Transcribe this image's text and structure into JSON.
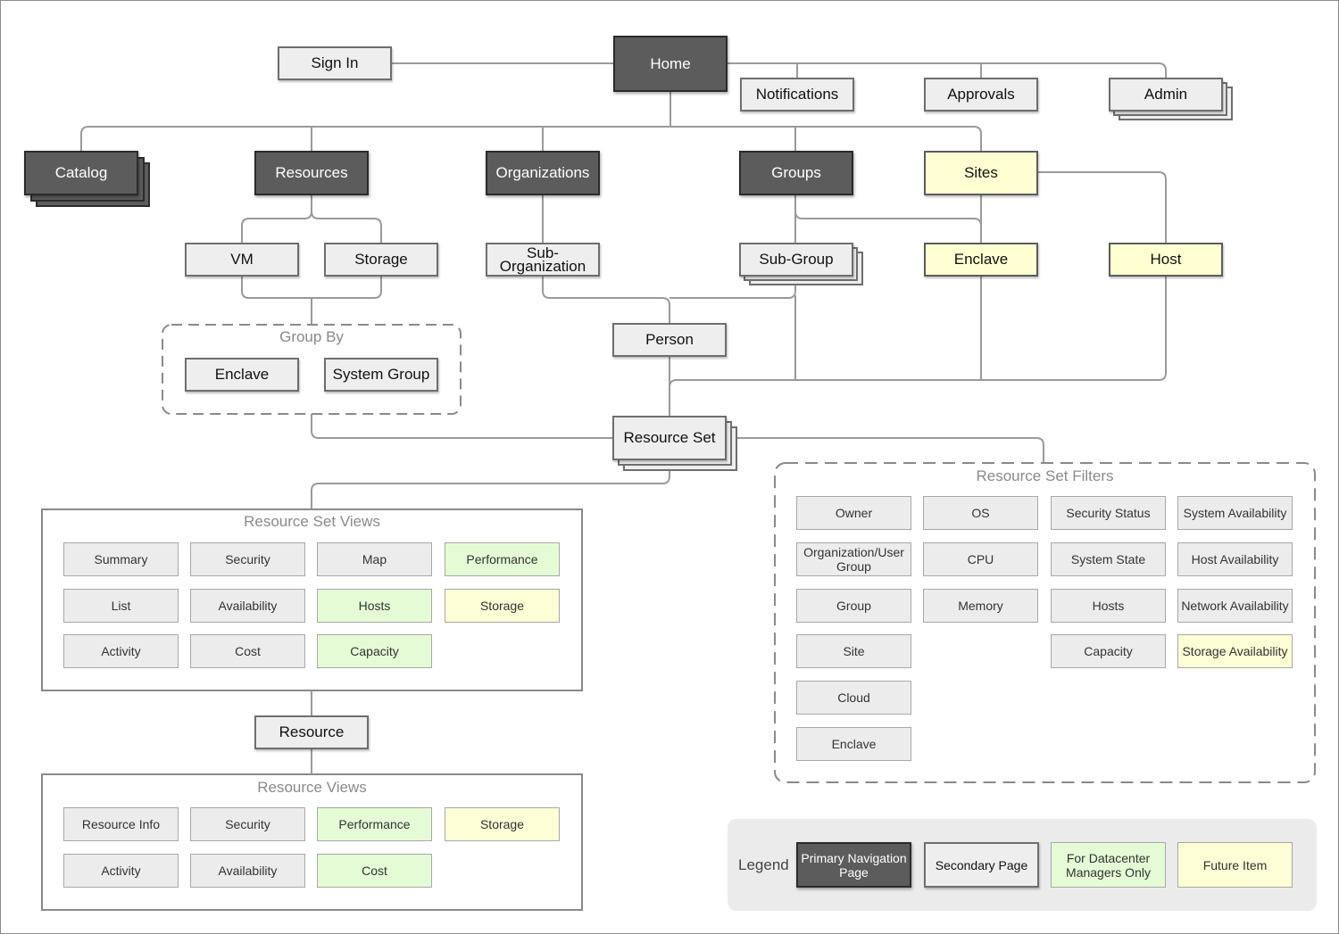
{
  "nodes": {
    "home": "Home",
    "sign_in": "Sign In",
    "notifications": "Notifications",
    "approvals": "Approvals",
    "admin": "Admin",
    "catalog": "Catalog",
    "resources": "Resources",
    "organizations": "Organizations",
    "groups": "Groups",
    "sites": "Sites",
    "vm": "VM",
    "storage": "Storage",
    "sub_organization": "Sub-\nOrganization",
    "sub_group": "Sub-Group",
    "sites_enclave": "Enclave",
    "host": "Host",
    "person": "Person",
    "resource_set": "Resource Set",
    "resource": "Resource"
  },
  "group_by": {
    "title": "Group By",
    "items": [
      "Enclave",
      "System Group"
    ]
  },
  "resource_set_views": {
    "title": "Resource Set Views",
    "items": [
      {
        "label": "Summary",
        "kind": "gray"
      },
      {
        "label": "Security",
        "kind": "gray"
      },
      {
        "label": "Map",
        "kind": "gray"
      },
      {
        "label": "Performance",
        "kind": "green"
      },
      {
        "label": "List",
        "kind": "gray"
      },
      {
        "label": "Availability",
        "kind": "gray"
      },
      {
        "label": "Hosts",
        "kind": "green"
      },
      {
        "label": "Storage",
        "kind": "yellow"
      },
      {
        "label": "Activity",
        "kind": "gray"
      },
      {
        "label": "Cost",
        "kind": "gray"
      },
      {
        "label": "Capacity",
        "kind": "green"
      }
    ]
  },
  "resource_views": {
    "title": "Resource Views",
    "items": [
      {
        "label": "Resource Info",
        "kind": "gray"
      },
      {
        "label": "Security",
        "kind": "gray"
      },
      {
        "label": "Performance",
        "kind": "green"
      },
      {
        "label": "Storage",
        "kind": "yellow"
      },
      {
        "label": "Activity",
        "kind": "gray"
      },
      {
        "label": "Availability",
        "kind": "gray"
      },
      {
        "label": "Cost",
        "kind": "green"
      }
    ]
  },
  "resource_set_filters": {
    "title": "Resource Set Filters",
    "columns": [
      [
        {
          "label": "Owner",
          "kind": "gray"
        },
        {
          "label": "Organization/User\nGroup",
          "kind": "gray"
        },
        {
          "label": "Group",
          "kind": "gray"
        },
        {
          "label": "Site",
          "kind": "gray"
        },
        {
          "label": "Cloud",
          "kind": "gray"
        },
        {
          "label": "Enclave",
          "kind": "gray"
        }
      ],
      [
        {
          "label": "OS",
          "kind": "gray"
        },
        {
          "label": "CPU",
          "kind": "gray"
        },
        {
          "label": "Memory",
          "kind": "gray"
        }
      ],
      [
        {
          "label": "Security Status",
          "kind": "gray"
        },
        {
          "label": "System State",
          "kind": "gray"
        },
        {
          "label": "Hosts",
          "kind": "gray"
        },
        {
          "label": "Capacity",
          "kind": "gray"
        }
      ],
      [
        {
          "label": "System Availability",
          "kind": "gray"
        },
        {
          "label": "Host Availability",
          "kind": "gray"
        },
        {
          "label": "Network Availability",
          "kind": "gray"
        },
        {
          "label": "Storage Availability",
          "kind": "yellow"
        }
      ]
    ]
  },
  "legend": {
    "label": "Legend",
    "items": [
      {
        "label": "Primary Navigation\nPage",
        "kind": "primary"
      },
      {
        "label": "Secondary Page",
        "kind": "secondary"
      },
      {
        "label": "For Datacenter\nManagers Only",
        "kind": "green"
      },
      {
        "label": "Future Item",
        "kind": "yellow"
      }
    ]
  },
  "colors": {
    "primary_fill": "#5c5c5c",
    "secondary_fill": "#eeeeee",
    "datacenter_fill": "#e5fbd6",
    "future_fill": "#ffffd2",
    "line": "#999999"
  }
}
